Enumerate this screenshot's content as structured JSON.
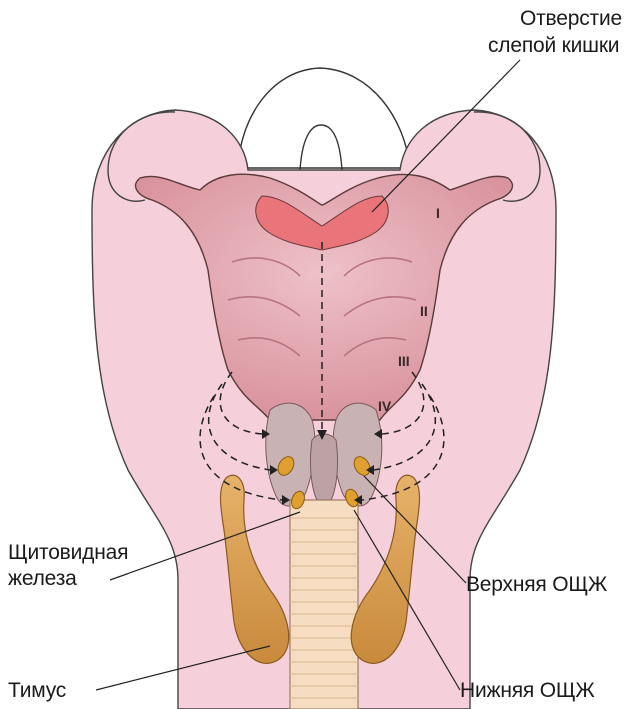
{
  "labels": {
    "blind_foramen_line1": "Отверстие",
    "blind_foramen_line2": "слепой кишки",
    "thyroid_line1": "Щитовидная",
    "thyroid_line2": "железа",
    "upper_parathyroid": "Верхняя ОЩЖ",
    "thymus": "Тимус",
    "lower_parathyroid": "Нижняя ОЩЖ"
  },
  "pouches": {
    "i": "I",
    "ii": "II",
    "iii": "III",
    "iv": "IV"
  },
  "colors": {
    "outer_tissue": "#f5cfd9",
    "pharynx": "#e8a9b2",
    "foramen_region": "#e9757a",
    "thymus": "#d9a35a",
    "trachea": "#f6dcc0",
    "parathyroid": "#e0a030",
    "thyroid": "#c9b2b4"
  }
}
